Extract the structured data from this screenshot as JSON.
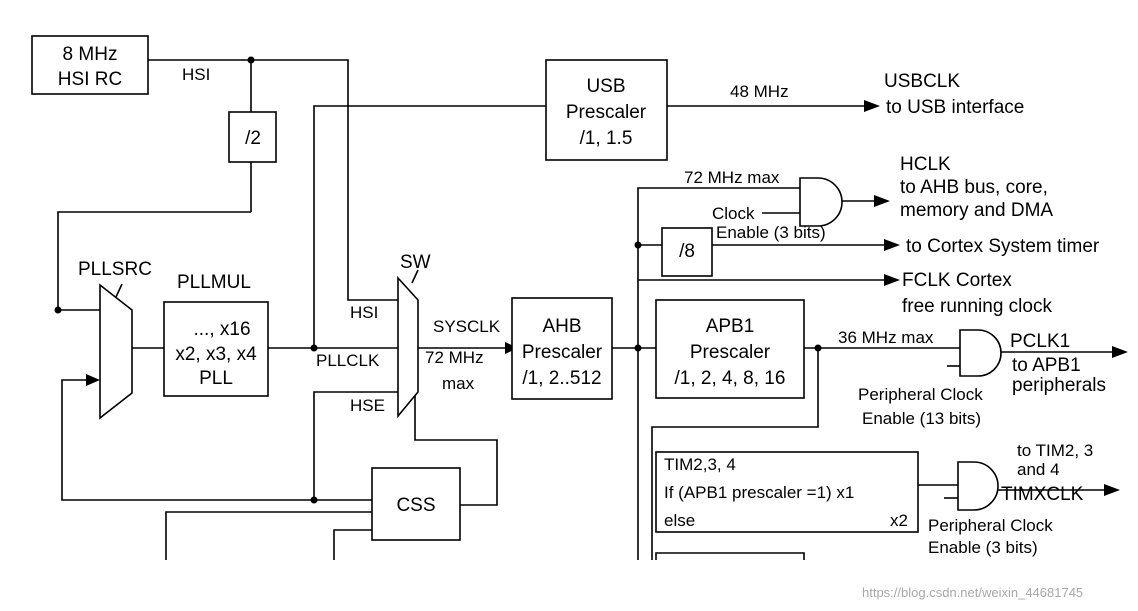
{
  "oscillator": {
    "line1": "8 MHz",
    "line2": "HSI RC"
  },
  "labels": {
    "hsi_top": "HSI",
    "div2": "/2",
    "pllsrc": "PLLSRC",
    "pllmul": "PLLMUL",
    "pll_line1": "..., x16",
    "pll_line2": "x2, x3, x4",
    "pll_line3": "PLL",
    "sw": "SW",
    "mux_hsi": "HSI",
    "mux_pllclk": "PLLCLK",
    "mux_hse": "HSE",
    "sysclk": "SYSCLK",
    "sysclk_freq1": "72 MHz",
    "sysclk_freq2": "max",
    "css": "CSS"
  },
  "usb": {
    "line1": "USB",
    "line2": "Prescaler",
    "line3": "/1, 1.5",
    "freq": "48 MHz",
    "out1": "USBCLK",
    "out2": "to USB interface"
  },
  "ahb": {
    "line1": "AHB",
    "line2": "Prescaler",
    "line3": "/1, 2..512"
  },
  "hclk": {
    "max": "72 MHz max",
    "clock": "Clock",
    "enable": "Enable (3 bits)",
    "out1": "HCLK",
    "out2": "to AHB bus, core,",
    "out3": "memory and DMA"
  },
  "cortex": {
    "div": "/8",
    "out": "to Cortex System timer"
  },
  "fclk": {
    "line1": "FCLK Cortex",
    "line2": "free running clock"
  },
  "apb1": {
    "line1": "APB1",
    "line2": "Prescaler",
    "line3": "/1, 2, 4, 8, 16",
    "max": "36 MHz max",
    "out1": "PCLK1",
    "out2": "to APB1",
    "out3": "peripherals",
    "pce1": "Peripheral Clock",
    "pce2": "Enable (13 bits)"
  },
  "tim": {
    "line1": "TIM2,3, 4",
    "line2": "If (APB1 prescaler =1) x1",
    "line3a": "else",
    "line3b": "x2",
    "out1": "to TIM2, 3",
    "out2": "and 4",
    "out3": "TIMXCLK",
    "pce1": "Peripheral Clock",
    "pce2": "Enable (3 bits)"
  },
  "watermark": "https://blog.csdn.net/weixin_44681745"
}
